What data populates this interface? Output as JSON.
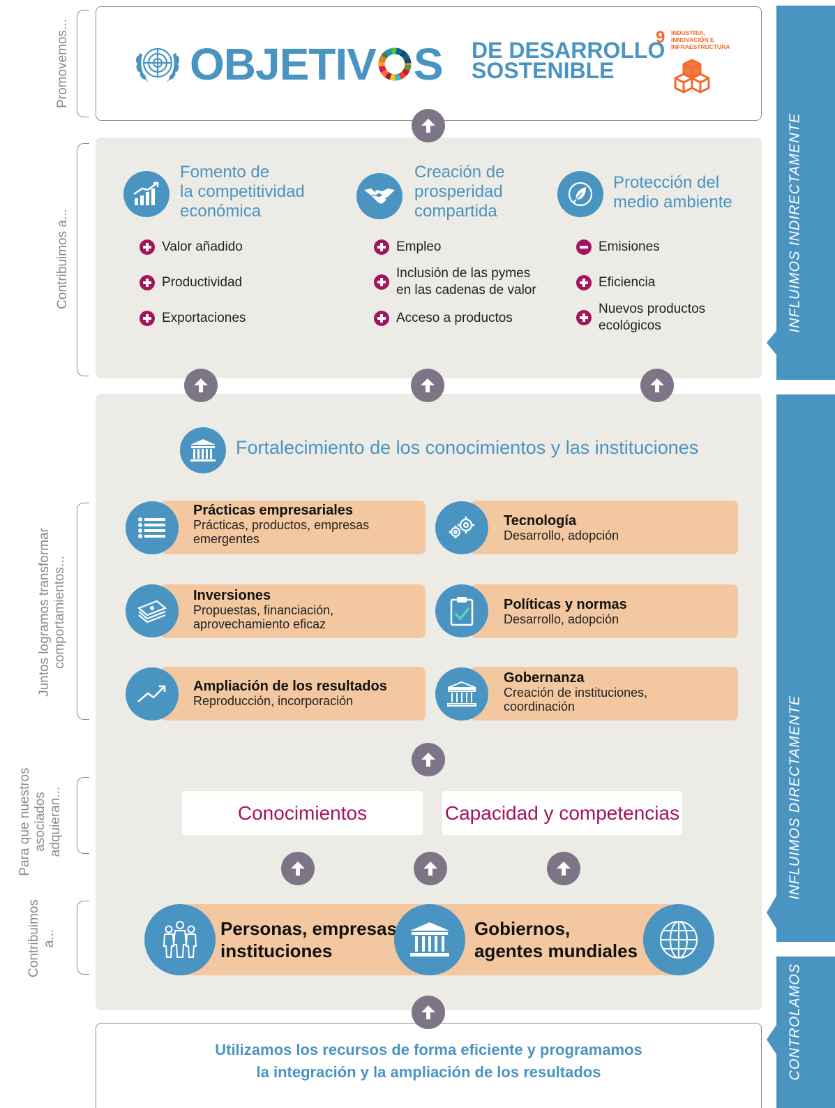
{
  "left_labels": {
    "promovemos": "Promovemos...",
    "contribuimos_top": "Contribuimos a...",
    "juntos_line1": "Juntos logramos transformar",
    "juntos_line2": "comportamientos...",
    "para_line1": "Para que nuestros",
    "para_line2": "asociados",
    "para_line3": "adquieran...",
    "contribuimos_bottom_line1": "Contribuimos",
    "contribuimos_bottom_line2": "a..."
  },
  "right_tabs": {
    "indirect": "INFLUIMOS INDIRECTAMENTE",
    "direct": "INFLUIMOS DIRECTAMENTE",
    "control": "CONTROLAMOS"
  },
  "header": {
    "title_part1": "OBJETIV",
    "title_part2": "S",
    "subtitle_line1": "DE DESARROLLO",
    "subtitle_line2": "SOSTENIBLE",
    "sdg_number": "9",
    "sdg_text_line1": "INDUSTRIA,",
    "sdg_text_line2": "INNOVACIÓN E",
    "sdg_text_line3": "INFRAESTRUCTURA"
  },
  "objectives": [
    {
      "title_line1": "Fomento de",
      "title_line2": "la competitividad",
      "title_line3": "económica",
      "icon": "growth-chart-icon",
      "items": [
        {
          "sign": "plus",
          "line1": "Valor añadido",
          "line2": ""
        },
        {
          "sign": "plus",
          "line1": "Productividad",
          "line2": ""
        },
        {
          "sign": "plus",
          "line1": "Exportaciones",
          "line2": ""
        }
      ]
    },
    {
      "title_line1": "Creación de",
      "title_line2": "prosperidad",
      "title_line3": "compartida",
      "icon": "handshake-icon",
      "items": [
        {
          "sign": "plus",
          "line1": "Empleo",
          "line2": ""
        },
        {
          "sign": "plus",
          "line1": "Inclusión de las pymes",
          "line2": "en las cadenas de valor"
        },
        {
          "sign": "plus",
          "line1": "Acceso a productos",
          "line2": ""
        }
      ]
    },
    {
      "title_line1": "Protección del",
      "title_line2": "medio ambiente",
      "title_line3": "",
      "icon": "leaf-icon",
      "items": [
        {
          "sign": "minus",
          "line1": "Emisiones",
          "line2": ""
        },
        {
          "sign": "plus",
          "line1": "Eficiencia",
          "line2": ""
        },
        {
          "sign": "plus",
          "line1": "Nuevos productos",
          "line2": "ecológicos"
        }
      ]
    }
  ],
  "strengthening": "Fortalecimiento de los conocimientos y las instituciones",
  "behaviors": [
    {
      "title": "Prácticas empresariales",
      "sub1": "Prácticas, productos, empresas",
      "sub2": "emergentes",
      "icon": "list-icon"
    },
    {
      "title": "Tecnología",
      "sub1": "Desarrollo, adopción",
      "sub2": "",
      "icon": "gears-icon"
    },
    {
      "title": "Inversiones",
      "sub1": "Propuestas, financiación,",
      "sub2": "aprovechamiento eficaz",
      "icon": "money-stack-icon"
    },
    {
      "title": "Políticas y normas",
      "sub1": "Desarrollo, adopción",
      "sub2": "",
      "icon": "clipboard-check-icon"
    },
    {
      "title": "Ampliación de los resultados",
      "sub1": "Reproducción, incorporación",
      "sub2": "",
      "icon": "trend-up-icon"
    },
    {
      "title": "Gobernanza",
      "sub1": "Creación de instituciones,",
      "sub2": "coordinación",
      "icon": "institution-icon"
    }
  ],
  "acquire": {
    "knowledge": "Conocimientos",
    "capacity": "Capacidad y competencias"
  },
  "actors": {
    "people_line1": "Personas, empresas,",
    "people_line2": "instituciones",
    "gov_line1": "Gobiernos,",
    "gov_line2": "agentes mundiales"
  },
  "footer": {
    "line1": "Utilizamos los recursos de forma eficiente y programamos",
    "line2": "la integración y la ampliación de los resultados"
  },
  "colors": {
    "blue": "#4a94c1",
    "magenta": "#a4145d",
    "orange_band": "#f3c8a0",
    "panel": "#ecebe6",
    "arrow": "#7b7585",
    "sdg9": "#f26a2e"
  }
}
